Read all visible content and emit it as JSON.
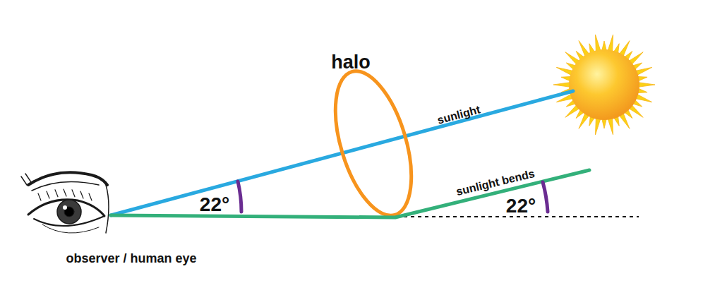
{
  "diagram": {
    "labels": [
      "halo",
      "sunlight",
      "sunlight bends",
      "22°",
      "22°",
      "observer / human eye"
    ]
  }
}
